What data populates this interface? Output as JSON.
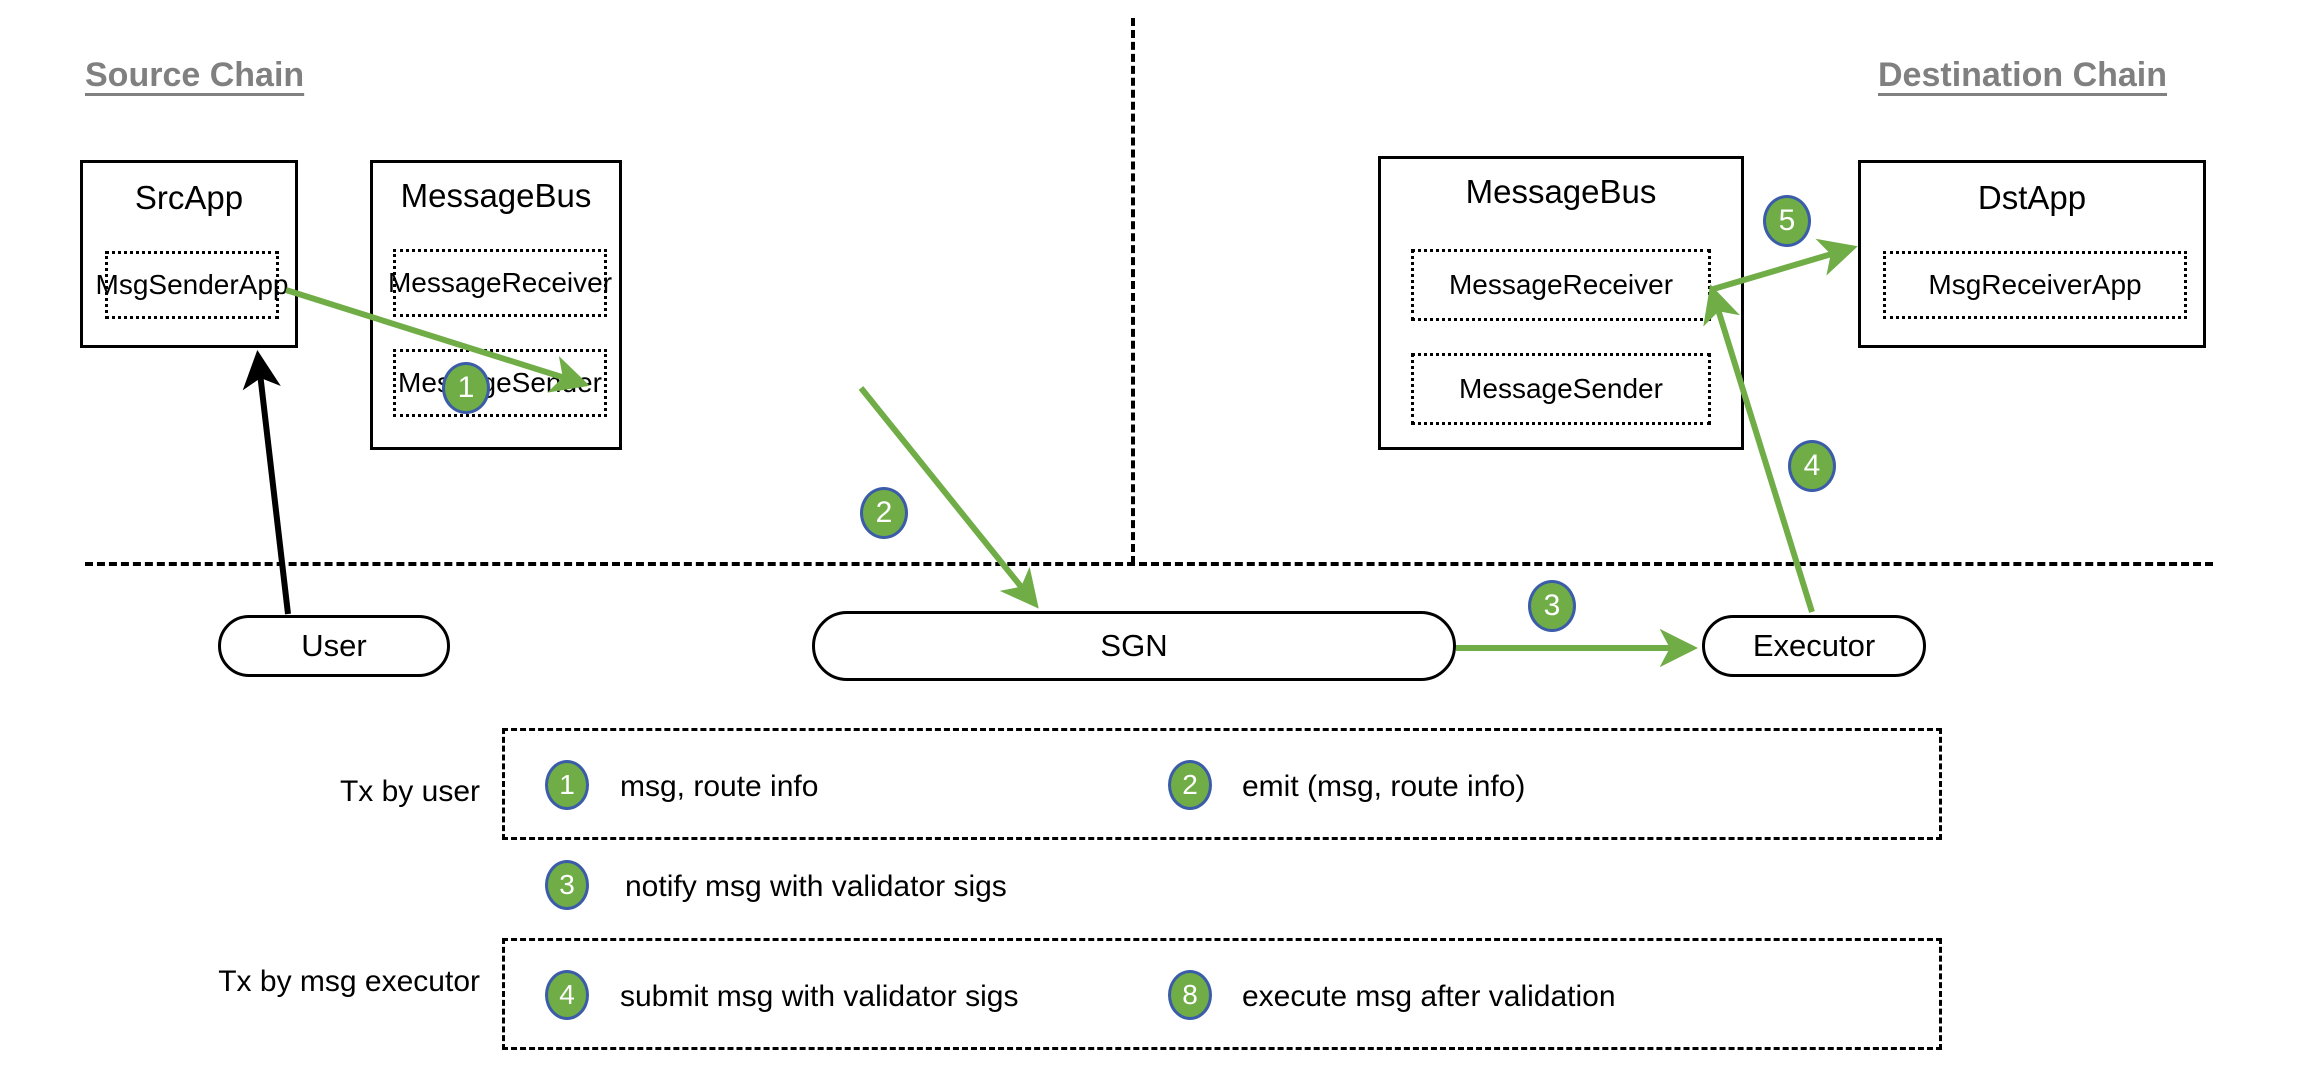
{
  "chains": {
    "source": {
      "label": "Source Chain"
    },
    "destination": {
      "label": "Destination Chain"
    }
  },
  "nodes": {
    "src_app": {
      "title": "SrcApp",
      "modules": [
        {
          "label": "MsgSenderApp"
        }
      ]
    },
    "src_message_bus": {
      "title": "MessageBus",
      "modules": [
        {
          "label": "MessageReceiver"
        },
        {
          "label": "MessageSender"
        }
      ]
    },
    "dst_message_bus": {
      "title": "MessageBus",
      "modules": [
        {
          "label": "MessageReceiver"
        },
        {
          "label": "MessageSender"
        }
      ]
    },
    "dst_app": {
      "title": "DstApp",
      "modules": [
        {
          "label": "MsgReceiverApp"
        }
      ]
    },
    "user": {
      "label": "User"
    },
    "sgn": {
      "label": "SGN"
    },
    "executor": {
      "label": "Executor"
    }
  },
  "flow_badges": {
    "step1": "1",
    "step2": "2",
    "step3": "3",
    "step4": "4",
    "step5": "5"
  },
  "legend": {
    "row_user_label": "Tx by user",
    "row_executor_label": "Tx by msg executor",
    "items": [
      {
        "num": "1",
        "text": "msg, route info"
      },
      {
        "num": "2",
        "text": "emit (msg, route info)"
      },
      {
        "num": "3",
        "text": "notify msg with validator sigs"
      },
      {
        "num": "4",
        "text": "submit msg with validator sigs"
      },
      {
        "num": "8",
        "text": "execute msg after validation"
      }
    ]
  },
  "colors": {
    "arrow_green": "#70AD47",
    "badge_fill": "#70AD47",
    "badge_border": "#3B5CA8",
    "heading_gray": "#808080",
    "stroke_black": "#000000"
  }
}
